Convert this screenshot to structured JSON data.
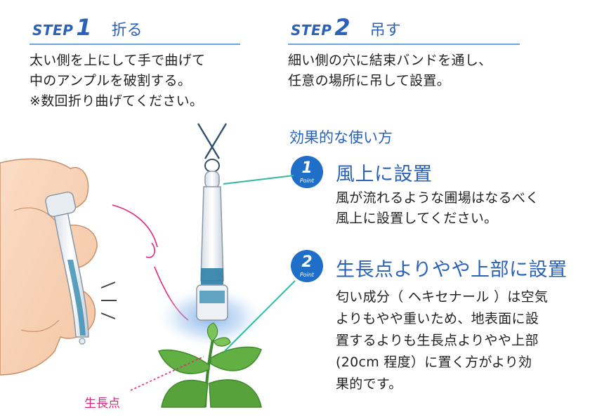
{
  "step1": {
    "step_word": "STEP",
    "number": "1",
    "title": "折る",
    "lines": [
      "太い側を上にして手で曲げて",
      "中のアンプルを破割する。",
      "※数回折り曲げてください。"
    ]
  },
  "step2": {
    "step_word": "STEP",
    "number": "2",
    "title": "吊す",
    "lines": [
      "細い側の穴に結束バンドを通し、",
      "任意の場所に吊して設置。"
    ]
  },
  "usage": {
    "heading": "効果的な使い方",
    "points": [
      {
        "number": "1",
        "badge_label": "Point",
        "title": "風上に設置",
        "lines": [
          "風が流れるような圃場はなるべく",
          "風上に設置してください。"
        ]
      },
      {
        "number": "2",
        "badge_label": "Point",
        "title": "生長点よりやや上部に設置",
        "lines": [
          "匂い成分（ ヘキセナール ）は空気",
          "よりもやや重いため、地表面に設",
          "置するよりも生長点よりやや上部",
          "(20cm 程度）に置く方がより効",
          "果的です。"
        ]
      }
    ]
  },
  "illustration": {
    "growth_point_label": "生長点"
  },
  "colors": {
    "accent_blue": "#2a62b8",
    "badge_blue": "#1f6fc9",
    "leader_teal": "#35b8a0",
    "magenta": "#e0277f",
    "leaf_green": "#5aa83c"
  }
}
